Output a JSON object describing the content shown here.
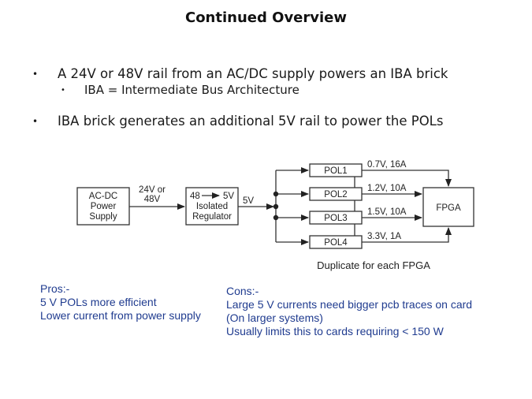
{
  "slide": {
    "title": "Continued Overview",
    "bullets": [
      {
        "text": "A 24V or 48V rail from an AC/DC supply powers an IBA brick",
        "level": 1
      },
      {
        "text": "IBA = Intermediate Bus Architecture",
        "level": 2
      },
      {
        "text": "IBA brick generates an additional 5V rail to power the POLs",
        "level": 1
      }
    ],
    "bullet_glyph": "•"
  },
  "diagram": {
    "ac_dc_box": [
      "AC-DC",
      "Power",
      "Supply"
    ],
    "input_label": [
      "24V or",
      "48V"
    ],
    "regulator_box": {
      "line1_from": "48",
      "line1_to": "5V",
      "line2": "Isolated",
      "line3": "Regulator"
    },
    "bus_label": "5V",
    "pols": [
      {
        "name": "POL1",
        "output": "0.7V, 16A"
      },
      {
        "name": "POL2",
        "output": "1.2V, 10A"
      },
      {
        "name": "POL3",
        "output": "1.5V, 10A"
      },
      {
        "name": "POL4",
        "output": "3.3V, 1A"
      }
    ],
    "load_box": "FPGA",
    "caption": "Duplicate for each FPGA"
  },
  "pros": {
    "heading": "Pros:-",
    "items": [
      "5 V POLs more efficient",
      "Lower current from power supply"
    ]
  },
  "cons": {
    "heading": "Cons:-",
    "items": [
      "Large 5 V currents need bigger pcb traces on card",
      "(On larger systems)",
      "Usually limits this to cards requiring < 150 W"
    ]
  },
  "colors": {
    "pros_cons_text": "#1f3b8f",
    "diagram_line": "#333333"
  }
}
